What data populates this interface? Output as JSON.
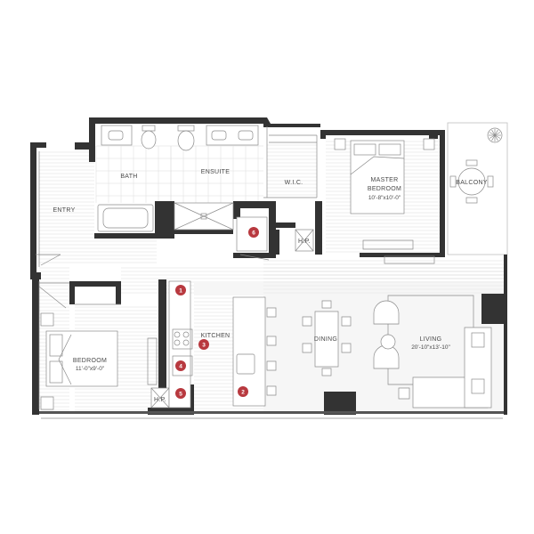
{
  "colors": {
    "wall": "#333333",
    "badge": "#b8393f",
    "floor_line": "#d9d9d9",
    "label": "#4a4a4a"
  },
  "rooms": {
    "bath": "BATH",
    "ensuite": "ENSUITE",
    "wic": "W.I.C.",
    "master": "MASTER",
    "master_line2": "BEDROOM",
    "master_dim": "10'-8\"x10'-0\"",
    "balcony": "BALCONY",
    "entry": "ENTRY",
    "hp_upper": "H.P.",
    "hp_lower": "H.P.",
    "kitchen": "KITCHEN",
    "bedroom": "BEDROOM",
    "bedroom_dim": "11'-0\"x9'-0\"",
    "dining": "DINING",
    "living": "LIVING",
    "living_dim": "20'-10\"x13'-10\""
  },
  "badges": [
    "1",
    "2",
    "3",
    "4",
    "5",
    "6"
  ]
}
